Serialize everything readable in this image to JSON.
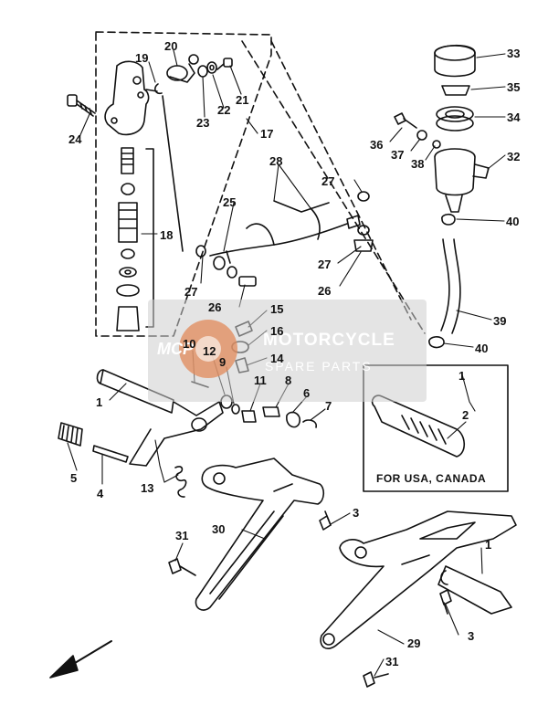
{
  "diagram": {
    "inset_caption": "FOR USA, CANADA",
    "watermark": {
      "logo_text": "MCP",
      "title": "MOTORCYCLE",
      "subtitle": "SPARE PARTS"
    },
    "callouts": [
      {
        "id": "c33",
        "label": "33"
      },
      {
        "id": "c35",
        "label": "35"
      },
      {
        "id": "c34",
        "label": "34"
      },
      {
        "id": "c36",
        "label": "36"
      },
      {
        "id": "c37",
        "label": "37"
      },
      {
        "id": "c38",
        "label": "38"
      },
      {
        "id": "c32",
        "label": "32"
      },
      {
        "id": "c40a",
        "label": "40"
      },
      {
        "id": "c39",
        "label": "39"
      },
      {
        "id": "c40b",
        "label": "40"
      },
      {
        "id": "c20",
        "label": "20"
      },
      {
        "id": "c19",
        "label": "19"
      },
      {
        "id": "c21",
        "label": "21"
      },
      {
        "id": "c22",
        "label": "22"
      },
      {
        "id": "c23",
        "label": "23"
      },
      {
        "id": "c24",
        "label": "24"
      },
      {
        "id": "c17",
        "label": "17"
      },
      {
        "id": "c28",
        "label": "28"
      },
      {
        "id": "c27a",
        "label": "27"
      },
      {
        "id": "c25",
        "label": "25"
      },
      {
        "id": "c18",
        "label": "18"
      },
      {
        "id": "c27b",
        "label": "27"
      },
      {
        "id": "c27c",
        "label": "27"
      },
      {
        "id": "c26a",
        "label": "26"
      },
      {
        "id": "c26b",
        "label": "26"
      },
      {
        "id": "c15",
        "label": "15"
      },
      {
        "id": "c16",
        "label": "16"
      },
      {
        "id": "c14",
        "label": "14"
      },
      {
        "id": "c10",
        "label": "10"
      },
      {
        "id": "c12",
        "label": "12"
      },
      {
        "id": "c9",
        "label": "9"
      },
      {
        "id": "c11",
        "label": "11"
      },
      {
        "id": "c8",
        "label": "8"
      },
      {
        "id": "c6",
        "label": "6"
      },
      {
        "id": "c7",
        "label": "7"
      },
      {
        "id": "c1a",
        "label": "1"
      },
      {
        "id": "c1b",
        "label": "1"
      },
      {
        "id": "c2",
        "label": "2"
      },
      {
        "id": "c5",
        "label": "5"
      },
      {
        "id": "c4",
        "label": "4"
      },
      {
        "id": "c13",
        "label": "13"
      },
      {
        "id": "c3a",
        "label": "3"
      },
      {
        "id": "c30",
        "label": "30"
      },
      {
        "id": "c31a",
        "label": "31"
      },
      {
        "id": "c1c",
        "label": "1"
      },
      {
        "id": "c3b",
        "label": "3"
      },
      {
        "id": "c29",
        "label": "29"
      },
      {
        "id": "c31b",
        "label": "31"
      }
    ]
  }
}
